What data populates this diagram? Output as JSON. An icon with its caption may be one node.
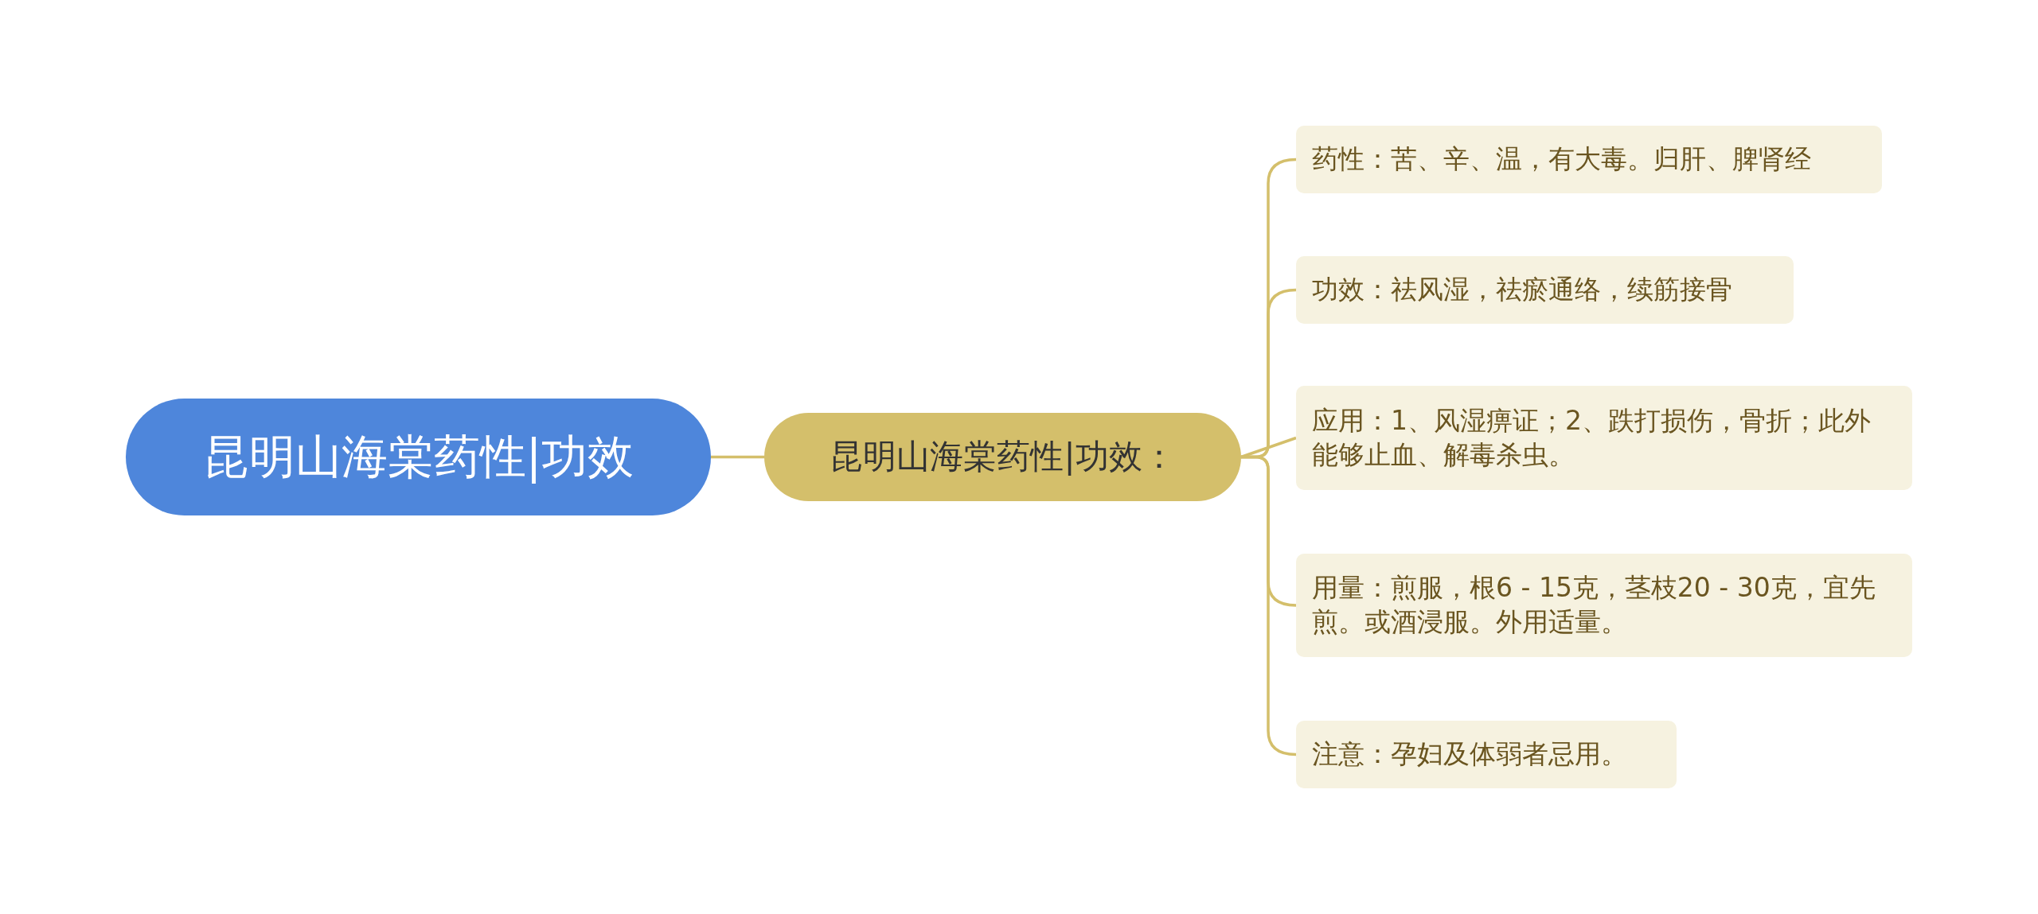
{
  "diagram": {
    "nodes": [
      {
        "text": [
          "昆明山海棠药性|功效"
        ]
      },
      {
        "text": [
          "昆明山海棠药性|功效："
        ]
      },
      {
        "text": [
          "药性：苦、辛、温，有大毒。归肝、脾肾经"
        ]
      },
      {
        "text": [
          "功效：祛风湿，祛瘀通络，续筋接骨"
        ]
      },
      {
        "text": [
          "应用：1、风湿痹证；2、跌打损伤，骨折；此外能够止血、解毒杀虫。"
        ]
      },
      {
        "text": [
          "用量：煎服，根6 - 15克，茎枝20 - 30克，宜先煎。或酒浸服。外用适量。"
        ]
      },
      {
        "text": [
          "注意：孕妇及体弱者忌用。"
        ]
      }
    ],
    "edges": [
      {
        "from": 0,
        "to": 1,
        "arrow": "none"
      },
      {
        "from": 1,
        "to": 2,
        "arrow": "none"
      },
      {
        "from": 1,
        "to": 3,
        "arrow": "none"
      },
      {
        "from": 1,
        "to": 4,
        "arrow": "none"
      },
      {
        "from": 1,
        "to": 5,
        "arrow": "none"
      },
      {
        "from": 1,
        "to": 6,
        "arrow": "none"
      }
    ]
  }
}
